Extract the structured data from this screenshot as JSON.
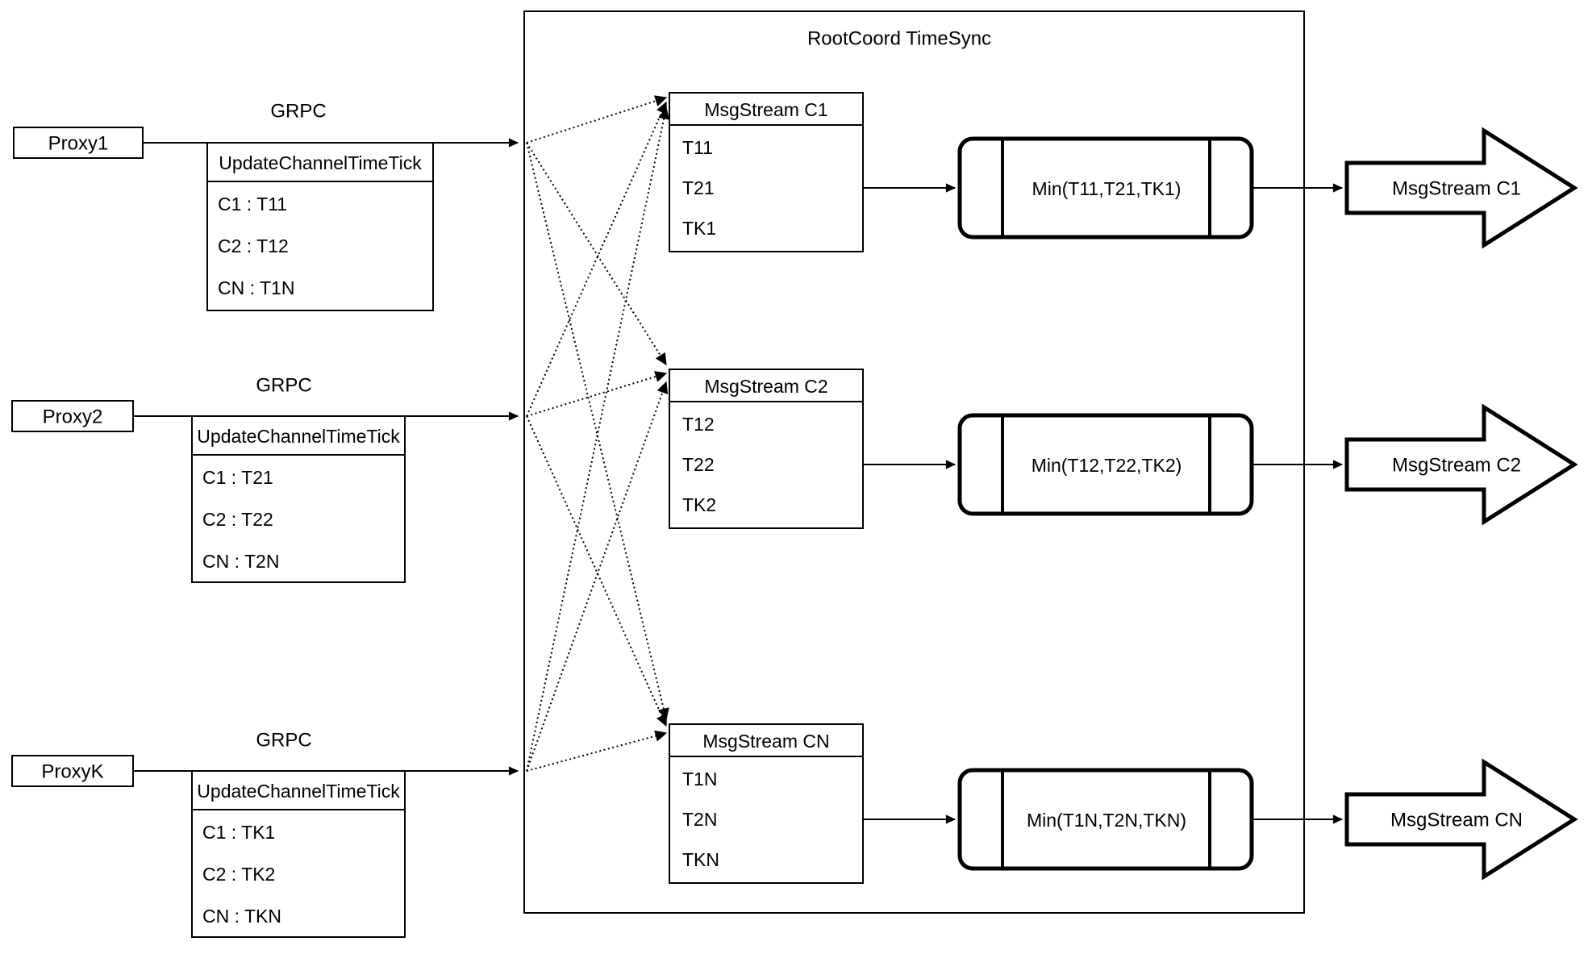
{
  "diagram": {
    "container_title": "RootCoord TimeSync",
    "colors": {
      "line": "#000000",
      "background": "#ffffff"
    },
    "proxies": [
      {
        "name": "Proxy1",
        "grpc_label": "GRPC",
        "table_header": "UpdateChannelTimeTick",
        "rows": [
          "C1 :  T11",
          "C2 :  T12",
          "CN : T1N"
        ]
      },
      {
        "name": "Proxy2",
        "grpc_label": "GRPC",
        "table_header": "UpdateChannelTimeTick",
        "rows": [
          "C1 :  T21",
          "C2 :  T22",
          "CN : T2N"
        ]
      },
      {
        "name": "ProxyK",
        "grpc_label": "GRPC",
        "table_header": "UpdateChannelTimeTick",
        "rows": [
          "C1 :  TK1",
          "C2 :  TK2",
          "CN : TKN"
        ]
      }
    ],
    "streams": [
      {
        "table_header": "MsgStream C1",
        "rows": [
          "T11",
          "T21",
          "TK1"
        ],
        "min_label": "Min(T11,T21,TK1)",
        "output_label": "MsgStream C1"
      },
      {
        "table_header": "MsgStream C2",
        "rows": [
          "T12",
          "T22",
          "TK2"
        ],
        "min_label": "Min(T12,T22,TK2)",
        "output_label": "MsgStream C2"
      },
      {
        "table_header": "MsgStream CN",
        "rows": [
          "T1N",
          "T2N",
          "TKN"
        ],
        "min_label": "Min(T1N,T2N,TKN)",
        "output_label": "MsgStream CN"
      }
    ]
  }
}
